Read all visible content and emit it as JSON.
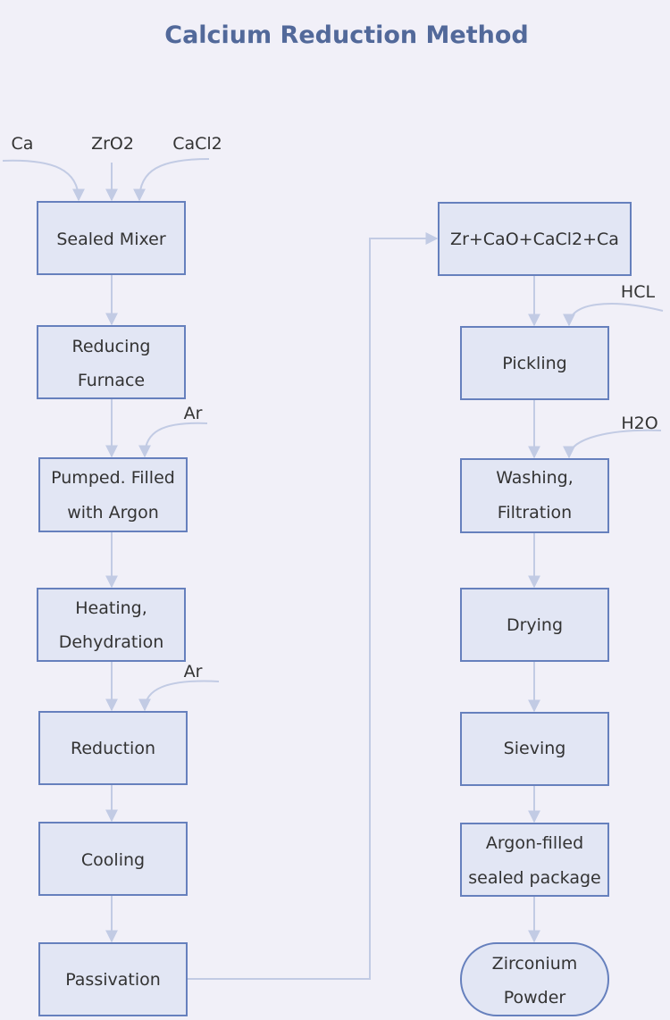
{
  "title": "Calcium Reduction Method",
  "colors": {
    "background": "#f1f0f8",
    "node_fill": "#e2e6f4",
    "node_stroke": "#6680bd",
    "edge": "#c2cbe4",
    "title": "#52699a"
  },
  "inputs": {
    "ca": "Ca",
    "zro2": "ZrO2",
    "cacl2": "CaCl2",
    "ar_1": "Ar",
    "ar_2": "Ar",
    "hcl": "HCL",
    "h2o": "H2O"
  },
  "nodes": {
    "sealed_mixer": [
      "Sealed Mixer"
    ],
    "reducing_furnace": [
      "Reducing",
      "Furnace"
    ],
    "pumped_filled": [
      "Pumped. Filled",
      "with Argon"
    ],
    "heating": [
      "Heating,",
      "Dehydration"
    ],
    "reduction": [
      "Reduction"
    ],
    "cooling": [
      "Cooling"
    ],
    "passivation": [
      "Passivation"
    ],
    "mixture": [
      "Zr+CaO+CaCl2+Ca"
    ],
    "pickling": [
      "Pickling"
    ],
    "washing": [
      "Washing,",
      "Filtration"
    ],
    "drying": [
      "Drying"
    ],
    "sieving": [
      "Sieving"
    ],
    "package": [
      "Argon-filled",
      "sealed package"
    ],
    "zirconium_powder": [
      "Zirconium",
      "Powder"
    ]
  },
  "edges": [
    [
      "ca",
      "sealed_mixer"
    ],
    [
      "zro2",
      "sealed_mixer"
    ],
    [
      "cacl2",
      "sealed_mixer"
    ],
    [
      "sealed_mixer",
      "reducing_furnace"
    ],
    [
      "reducing_furnace",
      "pumped_filled"
    ],
    [
      "ar_1",
      "pumped_filled"
    ],
    [
      "pumped_filled",
      "heating"
    ],
    [
      "heating",
      "reduction"
    ],
    [
      "ar_2",
      "reduction"
    ],
    [
      "reduction",
      "cooling"
    ],
    [
      "cooling",
      "passivation"
    ],
    [
      "passivation",
      "mixture"
    ],
    [
      "mixture",
      "pickling"
    ],
    [
      "hcl",
      "pickling"
    ],
    [
      "pickling",
      "washing"
    ],
    [
      "h2o",
      "washing"
    ],
    [
      "washing",
      "drying"
    ],
    [
      "drying",
      "sieving"
    ],
    [
      "sieving",
      "package"
    ],
    [
      "package",
      "zirconium_powder"
    ]
  ]
}
